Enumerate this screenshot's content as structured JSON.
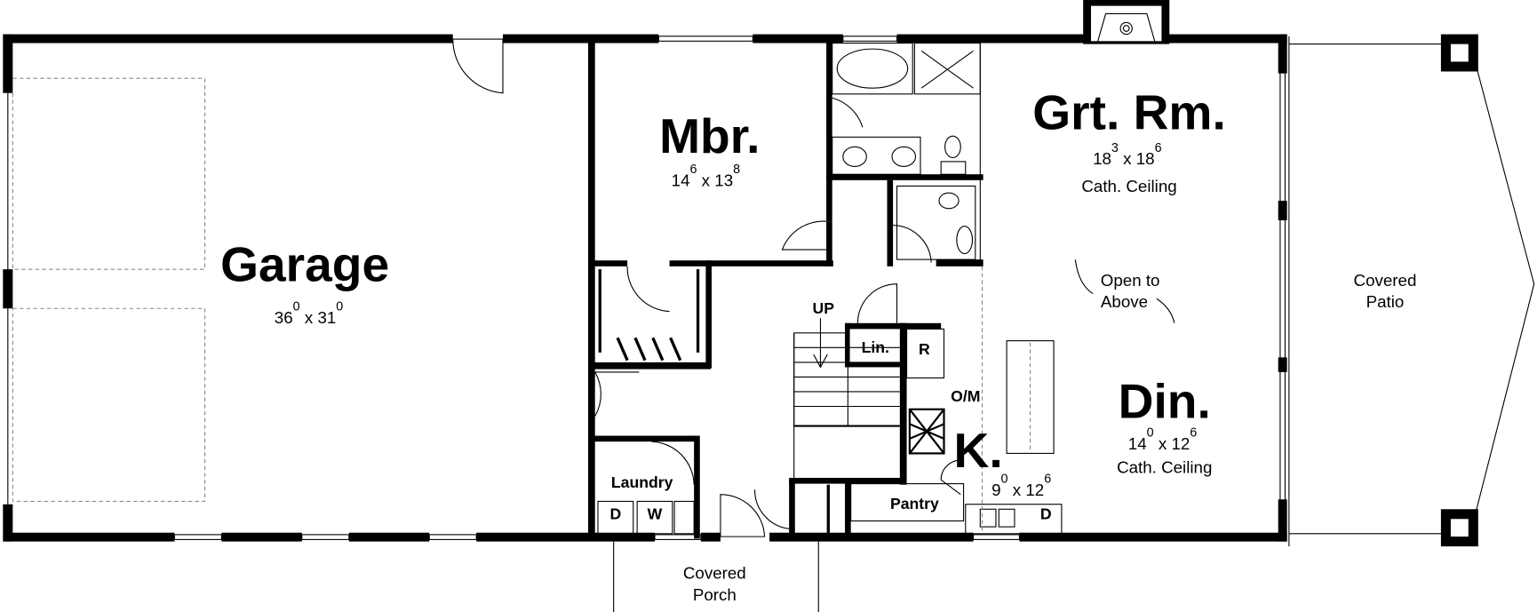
{
  "rooms": {
    "garage": {
      "name": "Garage",
      "w": "36",
      "wi": "0",
      "l": "31",
      "li": "0"
    },
    "mbr": {
      "name": "Mbr.",
      "w": "14",
      "wi": "6",
      "l": "13",
      "li": "8"
    },
    "great_room": {
      "name": "Grt. Rm.",
      "w": "18",
      "wi": "3",
      "l": "18",
      "li": "6",
      "note": "Cath. Ceiling"
    },
    "dining": {
      "name": "Din.",
      "w": "14",
      "wi": "0",
      "l": "12",
      "li": "6",
      "note": "Cath. Ceiling"
    },
    "kitchen": {
      "name": "K.",
      "w": "9",
      "wi": "0",
      "l": "12",
      "li": "6"
    }
  },
  "labels": {
    "open_to_above_1": "Open to",
    "open_to_above_2": "Above",
    "covered_patio_1": "Covered",
    "covered_patio_2": "Patio",
    "covered_porch_1": "Covered",
    "covered_porch_2": "Porch",
    "up": "UP",
    "linen": "Lin.",
    "refrigerator": "R",
    "oven_microwave": "O/M",
    "pantry": "Pantry",
    "laundry": "Laundry",
    "dryer": "D",
    "washer": "W",
    "dishwasher": "D",
    "times": "x"
  }
}
